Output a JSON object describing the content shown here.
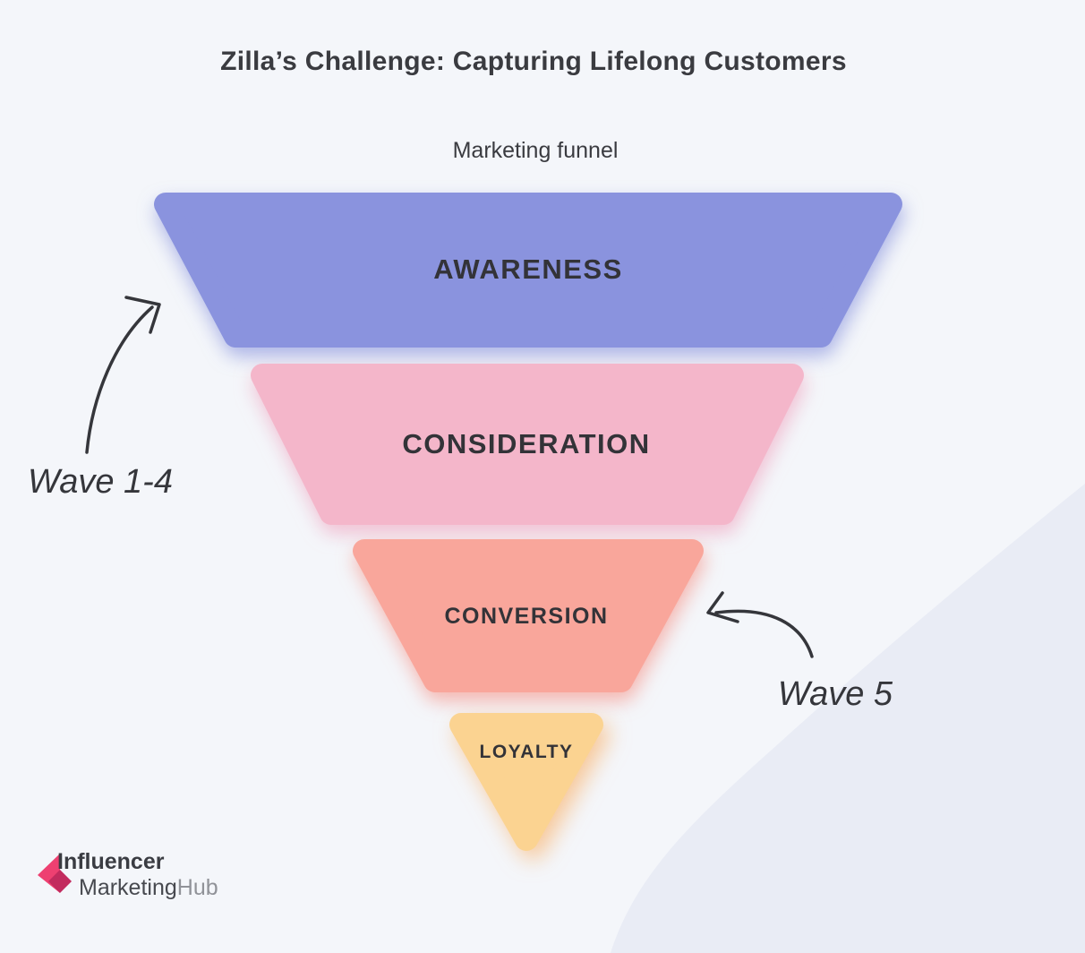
{
  "title": "Zilla’s Challenge: Capturing Lifelong Customers",
  "subtitle": "Marketing funnel",
  "funnel": {
    "stages": [
      {
        "id": "awareness",
        "label": "AWARENESS",
        "color": "#8a93de"
      },
      {
        "id": "consideration",
        "label": "CONSIDERATION",
        "color": "#f4b6ca"
      },
      {
        "id": "conversion",
        "label": "CONVERSION",
        "color": "#f9a69b"
      },
      {
        "id": "loyalty",
        "label": "LOYALTY",
        "color": "#fbd391"
      }
    ]
  },
  "annotations": {
    "wave14": {
      "label": "Wave 1-4"
    },
    "wave5": {
      "label": "Wave 5"
    }
  },
  "logo": {
    "line1": "Influencer",
    "line2_part1": "Marketing",
    "line2_part2": "Hub",
    "icon_color": "#ee4071",
    "icon_color_dark": "#c22b5e"
  },
  "colors": {
    "background": "#f4f6fa",
    "background_band": "#e9ecf5",
    "ink": "#35363b",
    "text_dark": "#3a3b40"
  }
}
